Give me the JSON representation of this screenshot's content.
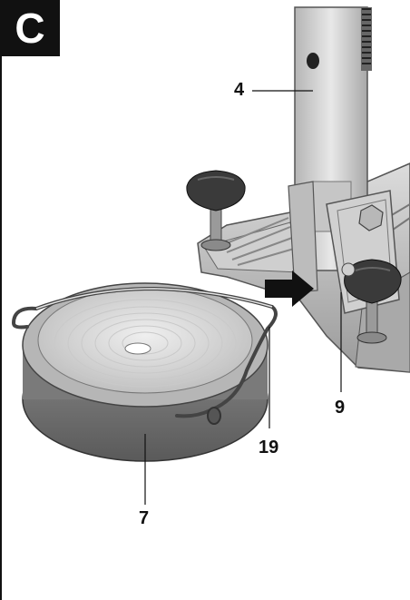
{
  "figure": {
    "badge_letter": "C",
    "callouts": {
      "c4": "4",
      "c9": "9",
      "c19": "19",
      "c7": "7"
    }
  },
  "colors": {
    "metal_light": "#e6e6e6",
    "metal_mid": "#b8b8b8",
    "metal_dark": "#6e6e6e",
    "knob_dark": "#3a3a3a",
    "arrow": "#111111"
  },
  "icons": [
    "arrow-right-icon"
  ]
}
